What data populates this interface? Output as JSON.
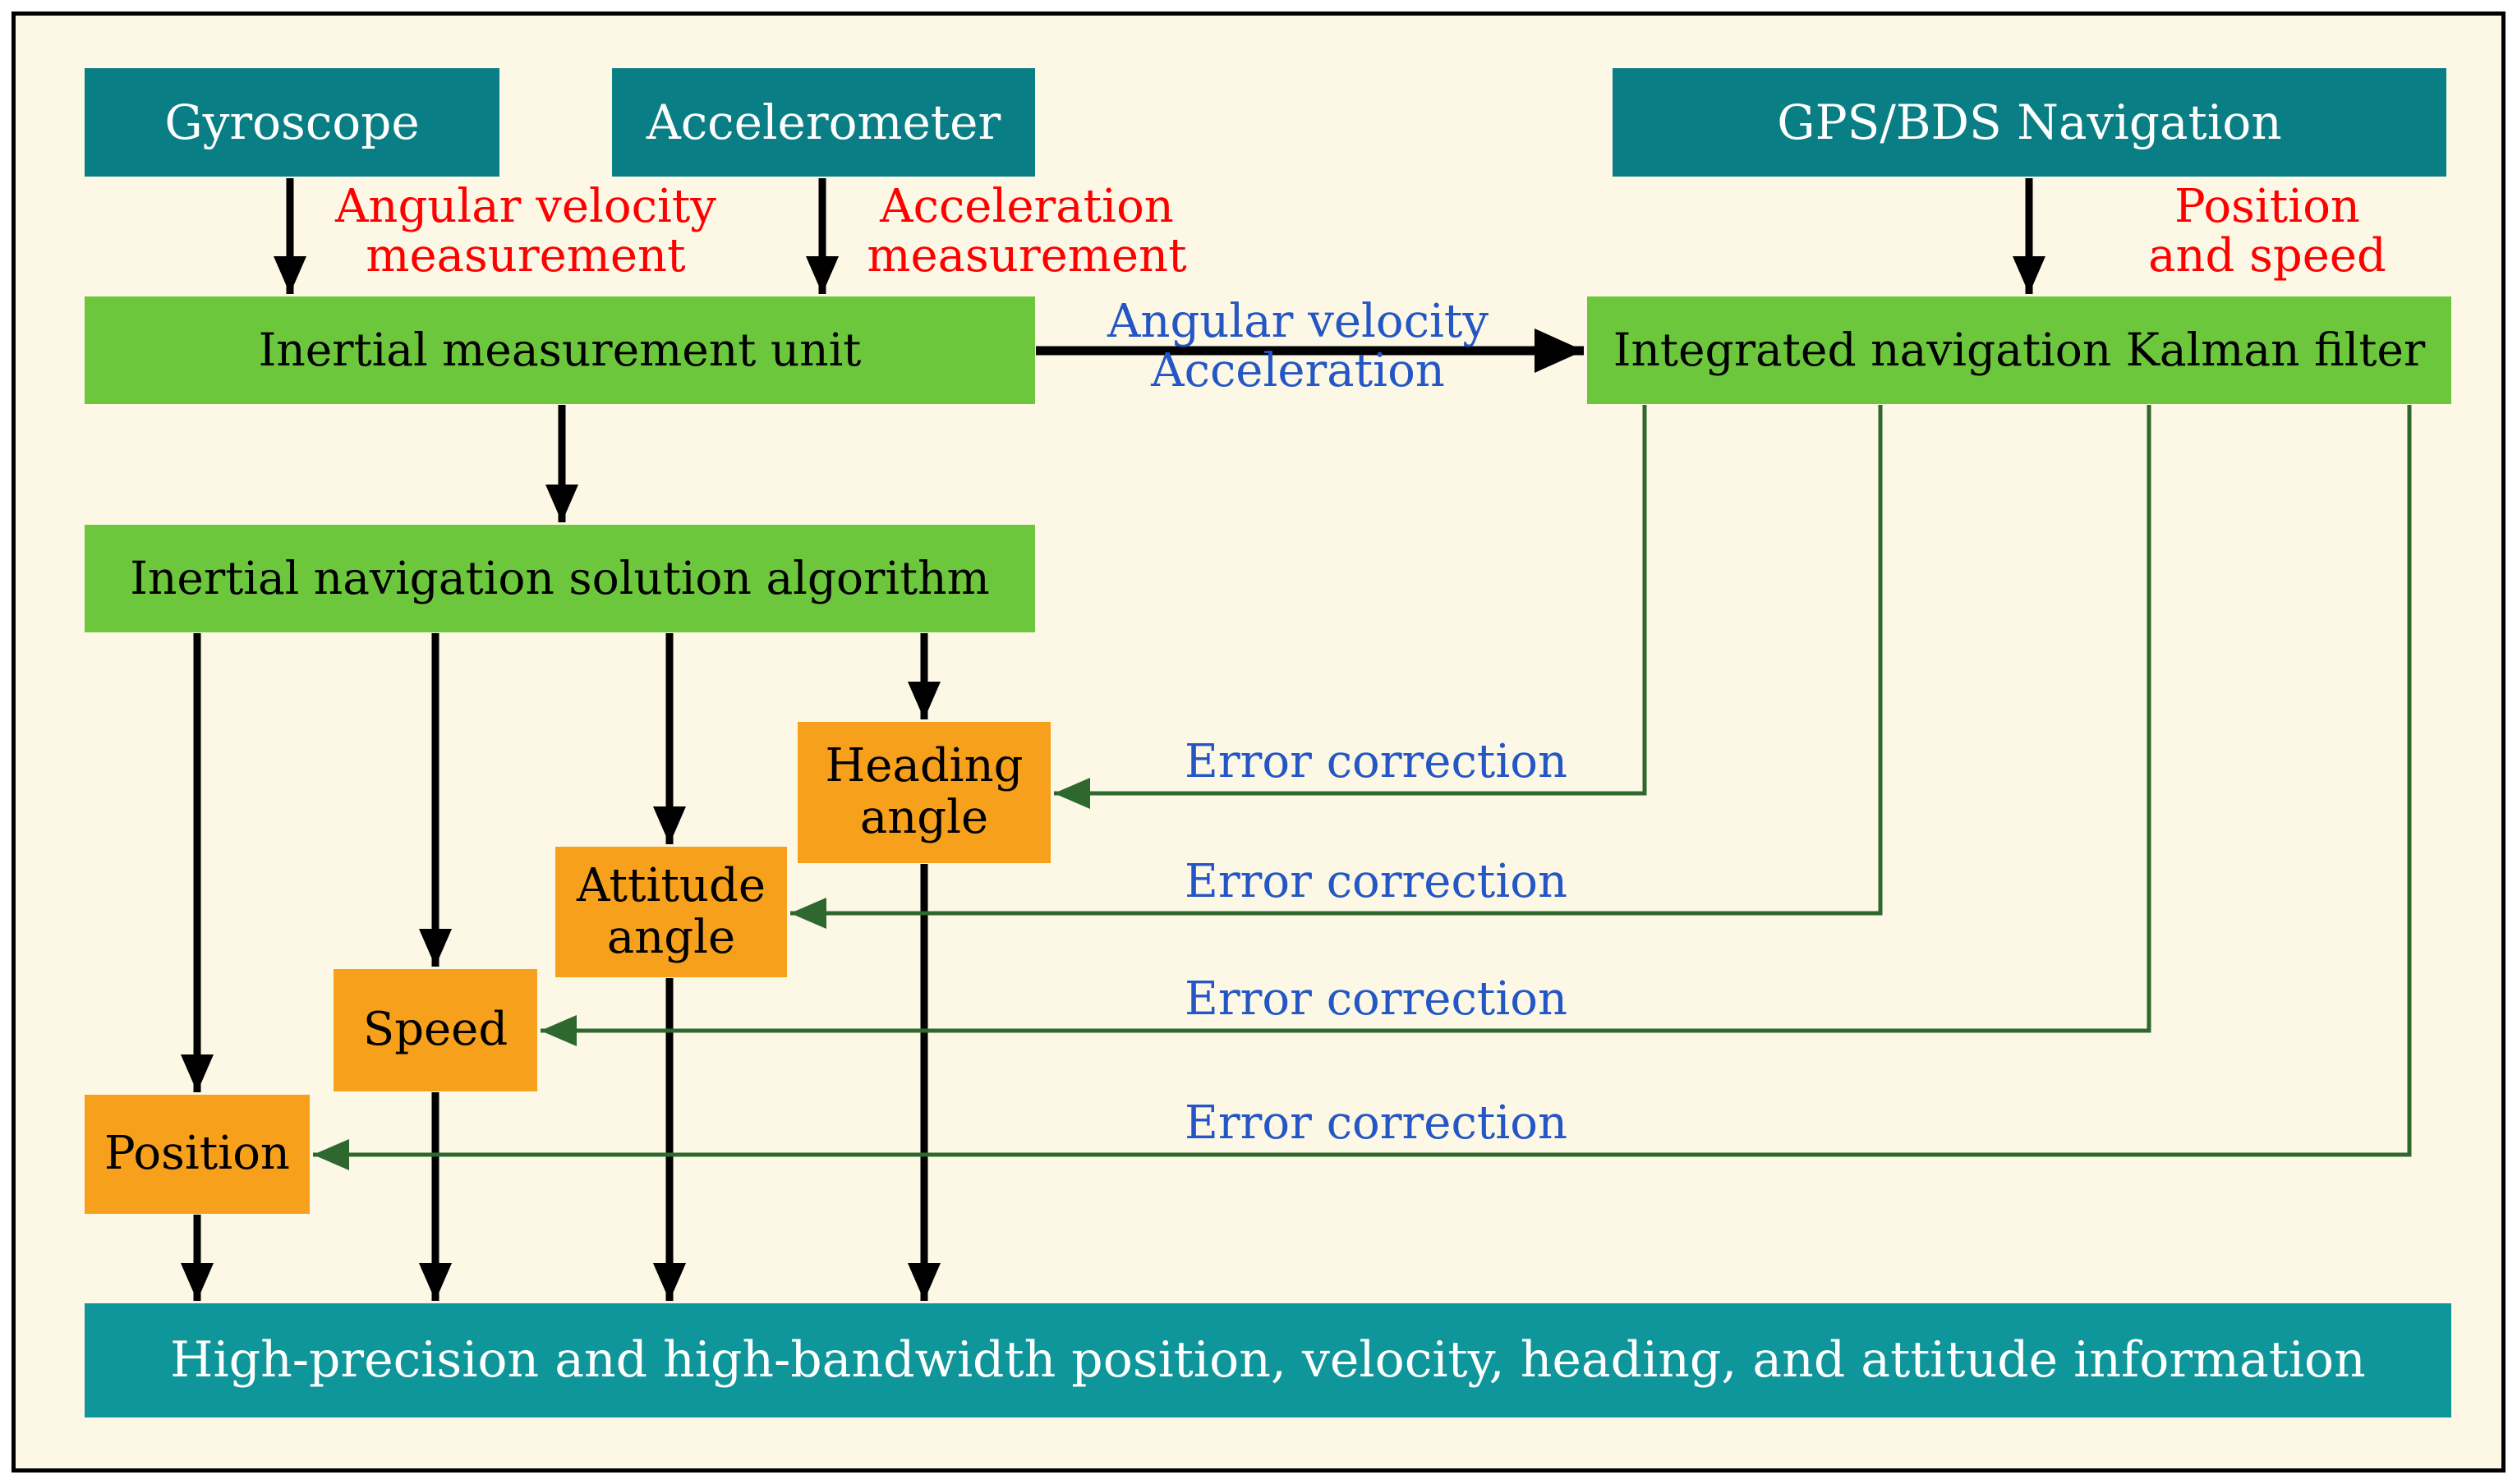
{
  "colors": {
    "background": "#FCF8E5",
    "teal_box": "#0A7E85",
    "teal_output_box": "#0E969B",
    "green_box": "#6DC73D",
    "orange_box": "#F6A01B",
    "red_label": "#FF0000",
    "blue_label": "#2456C5",
    "error_line_green": "#2E682E",
    "arrow_black": "#000000"
  },
  "nodes": {
    "gyroscope": "Gyroscope",
    "accelerometer": "Accelerometer",
    "gps_bds": "GPS/BDS Navigation",
    "imu": "Inertial measurement unit",
    "kalman": "Integrated navigation Kalman filter",
    "ins_algorithm": "Inertial navigation solution algorithm",
    "heading_angle": "Heading\nangle",
    "attitude_angle": "Attitude\nangle",
    "speed": "Speed",
    "position": "Position",
    "output": "High-precision and high-bandwidth position, velocity, heading, and attitude information"
  },
  "edge_labels": {
    "angular_velocity_measurement": "Angular velocity\nmeasurement",
    "acceleration_measurement": "Acceleration\nmeasurement",
    "position_and_speed": "Position\nand speed",
    "angular_velocity_acceleration": "Angular velocity\nAcceleration",
    "error_correction_1": "Error correction",
    "error_correction_2": "Error correction",
    "error_correction_3": "Error correction",
    "error_correction_4": "Error correction"
  }
}
